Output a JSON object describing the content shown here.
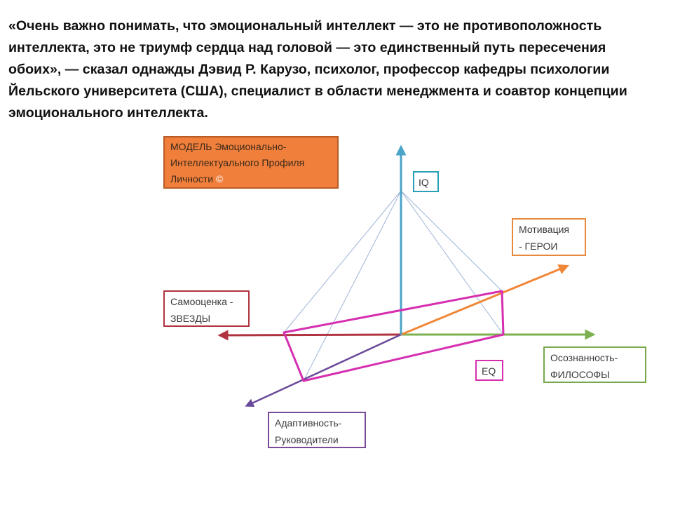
{
  "quote": {
    "lines": [
      "«Очень важно понимать, что эмоциональный интеллект — это не противоположность",
      "интеллекта, это не триумф сердца над головой — это единственный путь пересечения",
      "обоих», — сказал однажды Дэвид Р. Карузо, психолог, профессор кафедры психологии",
      "Йельского университета (США), специалист в области менеджмента и соавтор концепции",
      "эмоционального интеллекта."
    ]
  },
  "diagram": {
    "model_box": {
      "line1": "МОДЕЛЬ Эмоционально-",
      "line2": "Интеллектуального Профиля",
      "line3": "Личности",
      "copyright": "©"
    },
    "iq_label": "IQ",
    "eq_label": "EQ",
    "motivation": {
      "line1": "Мотивация",
      "line2": "- ГЕРОИ"
    },
    "self_esteem": {
      "line1": "Самооценка -",
      "line2": "ЗВЕЗДЫ"
    },
    "awareness": {
      "line1": "Осознанность-",
      "line2": "ФИЛОСОФЫ"
    },
    "adaptivity": {
      "line1": "Адаптивность-",
      "line2": "Руководители"
    },
    "colors": {
      "iq_axis": "#4aa3c8",
      "motivation_axis": "#f0883a",
      "self_esteem_axis": "#b0343f",
      "awareness_axis": "#7db150",
      "adaptivity_axis": "#6a4a9a",
      "profile": "#d62fb0",
      "pyramid": "#9fb4d6",
      "model_box": "#f07f3c"
    }
  }
}
